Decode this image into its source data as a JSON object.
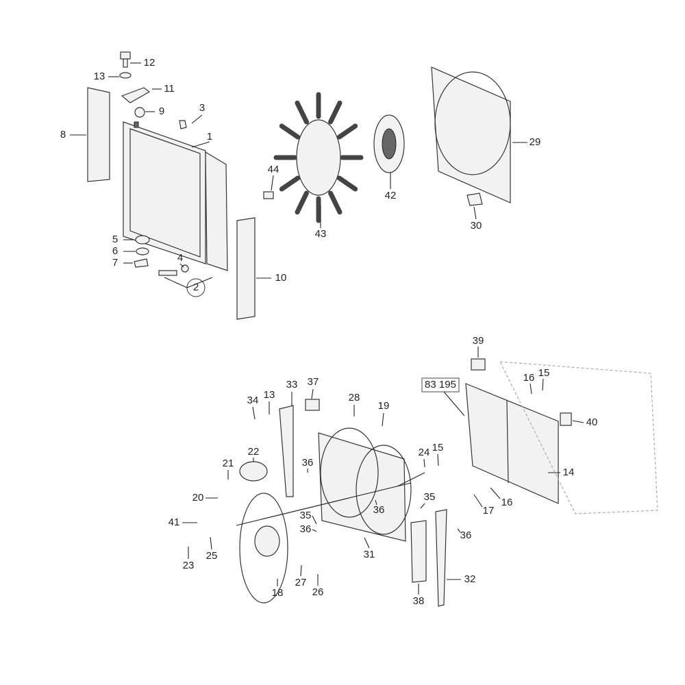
{
  "title": "Radiator and cooling fan parts diagram",
  "callouts": [
    "12",
    "13",
    "11",
    "9",
    "3",
    "8",
    "1",
    "5",
    "6",
    "7",
    "4",
    "2",
    "10",
    "44",
    "43",
    "42",
    "29",
    "30",
    "39",
    "83 195",
    "16",
    "15",
    "40",
    "14",
    "17",
    "16",
    "34",
    "13",
    "33",
    "37",
    "28",
    "19",
    "24",
    "15",
    "22",
    "21",
    "36",
    "20",
    "35",
    "36",
    "35",
    "36",
    "41",
    "36",
    "23",
    "25",
    "31",
    "27",
    "26",
    "18",
    "32",
    "38"
  ]
}
